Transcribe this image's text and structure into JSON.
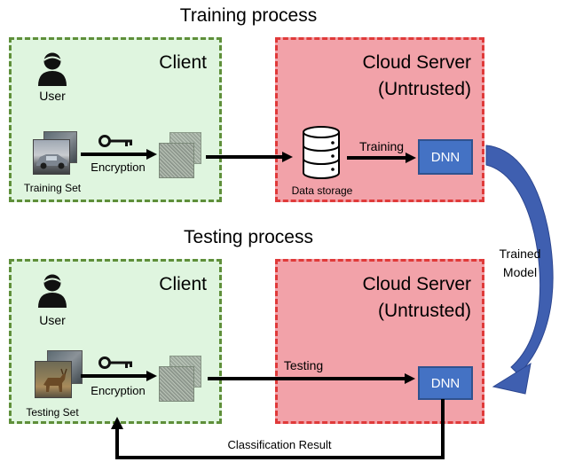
{
  "training": {
    "section_title": "Training process",
    "client_title": "Client",
    "user_label": "User",
    "dataset_label": "Training Set",
    "encryption_label": "Encryption",
    "server_title_line1": "Cloud Server",
    "server_title_line2": "(Untrusted)",
    "storage_label": "Data storage",
    "training_label": "Training",
    "dnn_label": "DNN"
  },
  "testing": {
    "section_title": "Testing process",
    "client_title": "Client",
    "user_label": "User",
    "dataset_label": "Testing Set",
    "encryption_label": "Encryption",
    "server_title_line1": "Cloud Server",
    "server_title_line2": "(Untrusted)",
    "testing_label": "Testing",
    "dnn_label": "DNN",
    "result_label": "Classification Result"
  },
  "transfer": {
    "label_line1": "Trained",
    "label_line2": "Model"
  },
  "colors": {
    "client_fill": "#dff5df",
    "client_border": "#5f8f3a",
    "server_fill": "#f2a2a9",
    "server_border": "#e03a3a",
    "dnn_fill": "#4472c4",
    "curve_arrow": "#3f5fb0"
  },
  "icons": [
    "user-icon",
    "key-icon",
    "database-icon",
    "arrow-icon",
    "curved-arrow-icon"
  ]
}
